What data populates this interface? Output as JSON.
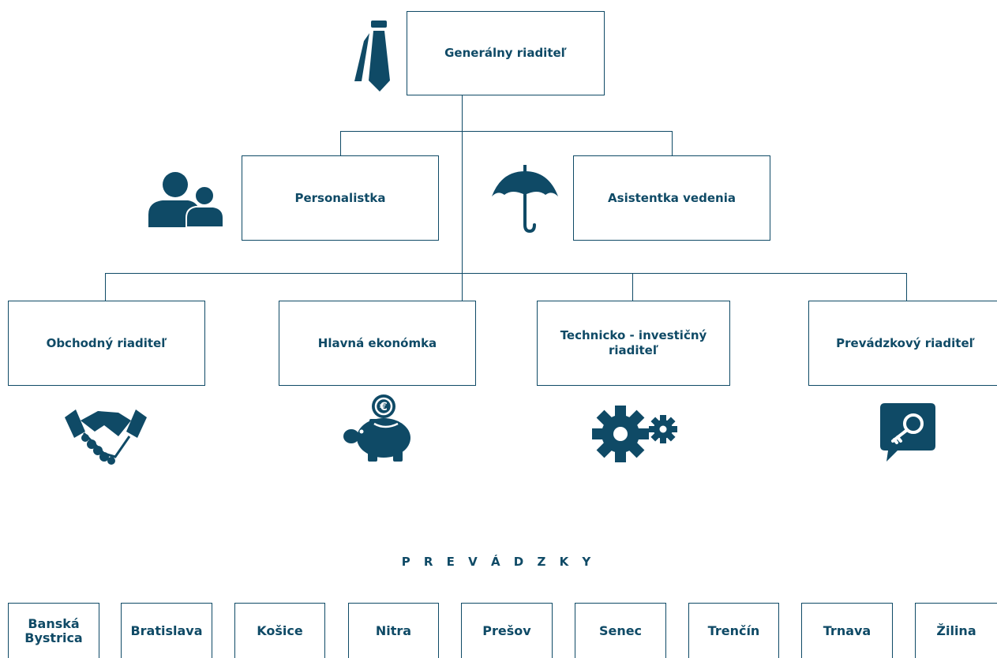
{
  "chart_title": "",
  "nodes": {
    "ceo": "Generálny riaditeľ",
    "hr": "Personalistka",
    "assistant": "Asistentka vedenia",
    "sales": "Obchodný riaditeľ",
    "finance": "Hlavná ekonómka",
    "tech": "Technicko - investičný riaditeľ",
    "ops": "Prevádzkový riaditeľ"
  },
  "branches_title": "P R E V Á D Z K Y",
  "branches": [
    "Banská Bystrica",
    "Bratislava",
    "Košice",
    "Nitra",
    "Prešov",
    "Senec",
    "Trenčín",
    "Trnava",
    "Žilina"
  ],
  "icons": {
    "ceo": "necktie-icon",
    "hr": "people-icon",
    "assistant": "umbrella-icon",
    "sales": "handshake-icon",
    "finance": "piggy-bank-euro-icon",
    "tech": "gears-icon",
    "ops": "key-speech-bubble-icon"
  },
  "colors": {
    "primary": "#0f4a66",
    "background": "#ffffff"
  }
}
